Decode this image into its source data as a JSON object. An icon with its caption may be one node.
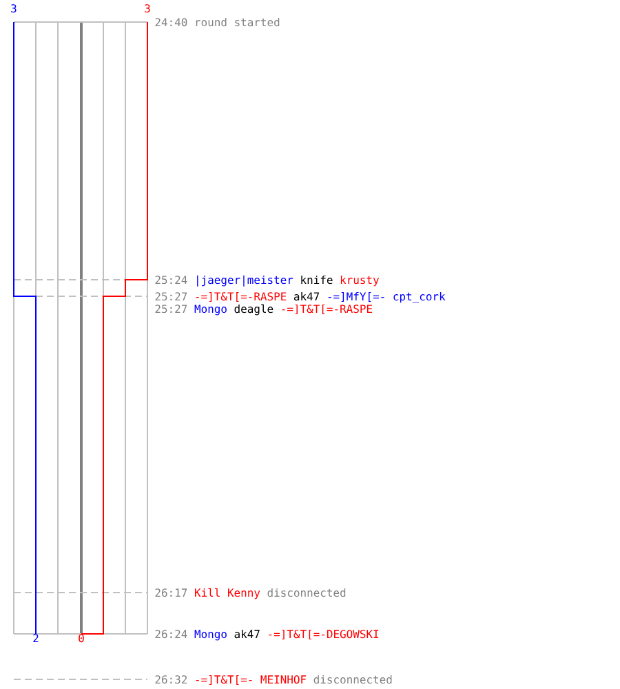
{
  "diagram": {
    "labels": [
      "3",
      "3",
      "24:40",
      "round started",
      "25:24",
      "|jaeger|meister",
      "knife",
      "krusty",
      "25:27",
      "-=]T&T[=-RASPE",
      "ak47",
      "-=]MfY[=-",
      "cpt_cork",
      "25:27",
      "Mongo",
      "deagle",
      "-=]T&T[=-RASPE",
      "26:17",
      "Kill Kenny",
      "disconnected",
      "2",
      "0",
      "26:24",
      "Mongo",
      "ak47",
      "-=]T&T[=-DEGOWSKI",
      "26:32",
      "-=]T&T[=- MEINHOF",
      "disconnected"
    ]
  }
}
